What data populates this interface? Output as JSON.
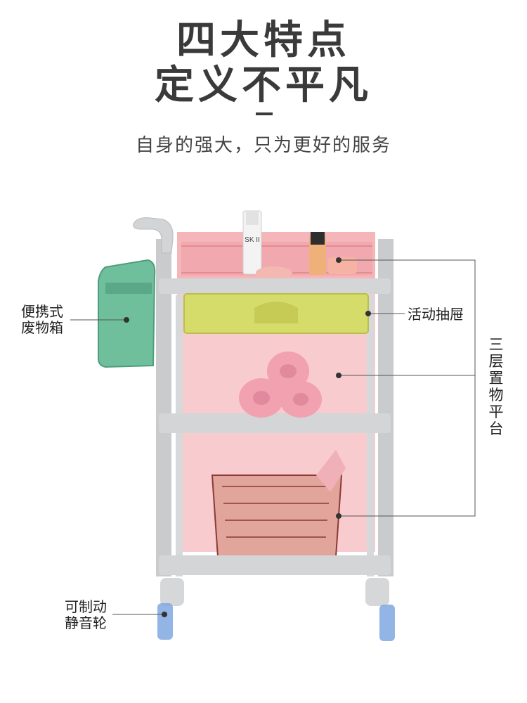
{
  "header": {
    "title_line1": "四大特点",
    "title_line2": "定义不平凡",
    "subtitle": "自身的强大，只为更好的服务"
  },
  "callouts": {
    "waste_bin": [
      "便携式",
      "废物箱"
    ],
    "drawer": "活动抽屉",
    "shelves": [
      "三",
      "层",
      "置",
      "物",
      "平",
      "台"
    ],
    "wheels": [
      "可制动",
      "静音轮"
    ]
  },
  "product_text": {
    "bottle_label": "SK II"
  },
  "colors": {
    "shelf_highlight": "#f2a3a8",
    "drawer": "#d6dc6a",
    "waste_bin": "#6fbf9c",
    "frame": "#c9cbcd",
    "caster": "#7fa8e0",
    "text": "#3a3a3a"
  }
}
